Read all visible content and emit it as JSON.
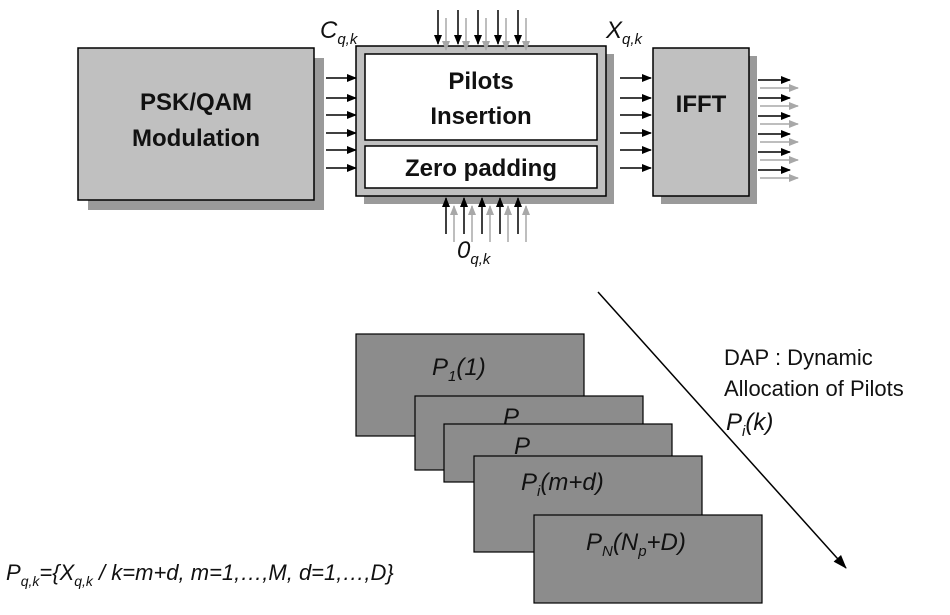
{
  "blocks": {
    "modulation": {
      "line1": "PSK/QAM",
      "line2": "Modulation"
    },
    "pilots_insertion": {
      "line1": "Pilots",
      "line2": "Insertion"
    },
    "zero_padding": {
      "label": "Zero padding"
    },
    "ifft": {
      "label": "IFFT"
    }
  },
  "signals": {
    "c_in": {
      "base": "C",
      "sub": "q,k"
    },
    "x_out": {
      "base": "X",
      "sub": "q,k"
    },
    "zero_in": {
      "base": "0",
      "sub": "q,k"
    }
  },
  "pilot_cards": [
    {
      "base": "P",
      "sub": "1",
      "arg": "(1)"
    },
    {
      "base": "P",
      "sub": "",
      "arg": ""
    },
    {
      "base": "P",
      "sub": "",
      "arg": ""
    },
    {
      "base": "P",
      "sub": "i",
      "arg": "(m+d)"
    },
    {
      "base": "P",
      "sub": "N",
      "arg": "(N",
      "arg_sub": "p",
      "arg_end": "+D)"
    }
  ],
  "dap": {
    "line1": "DAP : Dynamic",
    "line2": "Allocation of Pilots",
    "symbol_base": "P",
    "symbol_sub": "i",
    "symbol_arg": "(k)"
  },
  "formula": {
    "lhs_base": "P",
    "lhs_sub": "q,k",
    "eq_open": "={X",
    "x_sub": "q,k",
    "rest": " / k=m+d,  m=1,…,M,  d=1,…,D}"
  },
  "colors": {
    "block_fill": "#c0c0c0",
    "card_fill": "#8c8c8c",
    "shadow": "#9a9a9a",
    "stroke": "#000000",
    "inner_box": "#ffffff",
    "grey_arrow": "#a8a8a8"
  }
}
